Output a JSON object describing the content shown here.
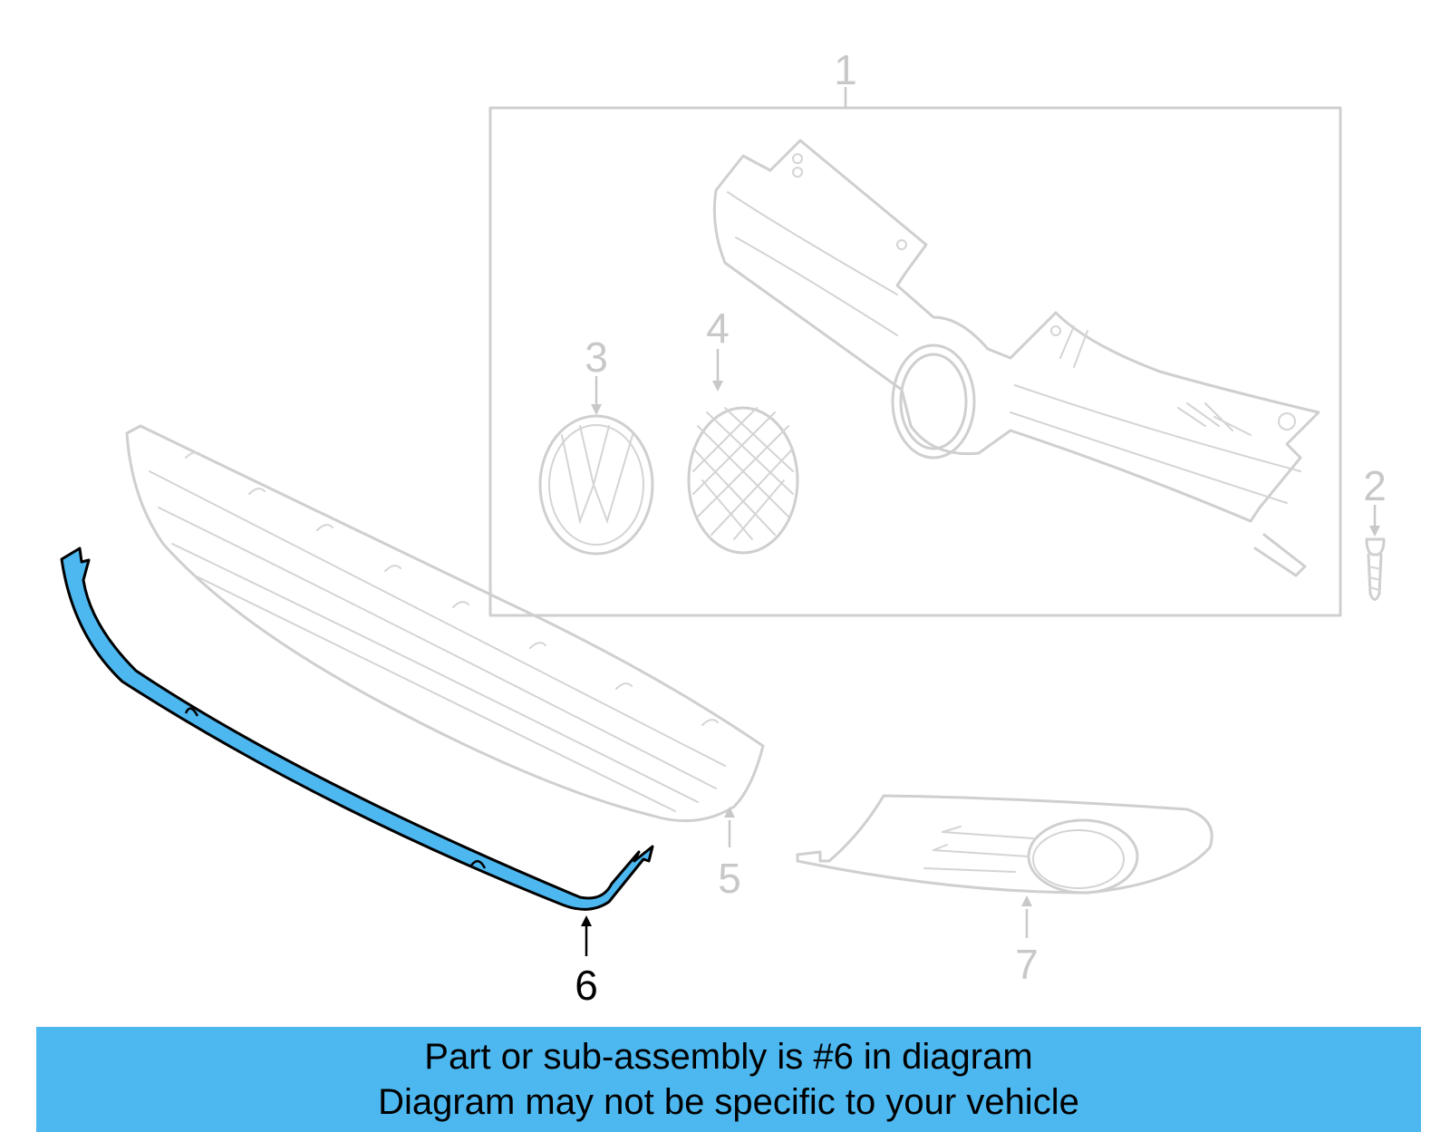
{
  "callouts": {
    "c1": "1",
    "c2": "2",
    "c3": "3",
    "c4": "4",
    "c5": "5",
    "c6": "6",
    "c7": "7"
  },
  "highlighted_part": "6",
  "colors": {
    "highlight_fill": "#4db8f0",
    "banner_bg": "#4db8f0",
    "ghost_line": "#cfcfcf",
    "highlight_outline": "#000000"
  },
  "banner": {
    "line1": "Part or sub-assembly is #6 in diagram",
    "line2": "Diagram may not be specific to your vehicle"
  }
}
